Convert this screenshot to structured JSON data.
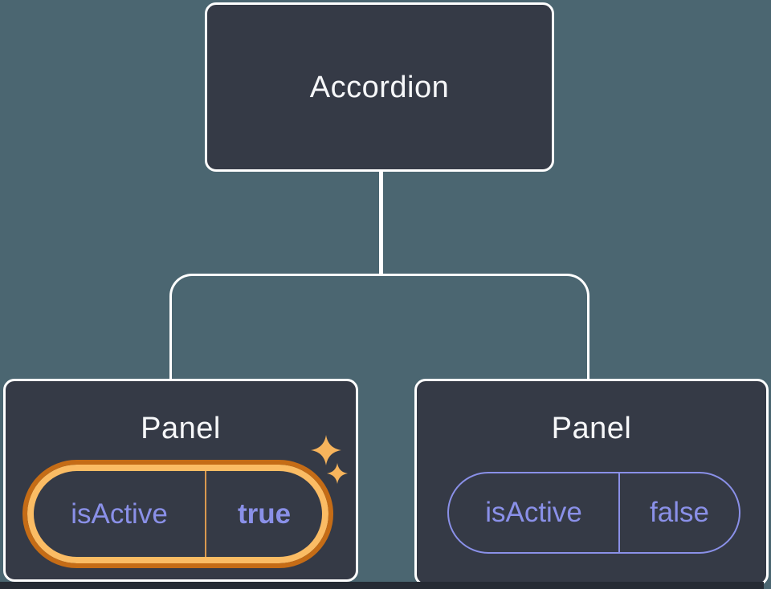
{
  "tree": {
    "root": {
      "label": "Accordion"
    },
    "children": [
      {
        "label": "Panel",
        "prop": {
          "name": "isActive",
          "value": "true"
        },
        "highlighted": true
      },
      {
        "label": "Panel",
        "prop": {
          "name": "isActive",
          "value": "false"
        },
        "highlighted": false
      }
    ]
  },
  "icons": {
    "highlight_large": "sparkle-icon",
    "highlight_small": "sparkle-icon"
  },
  "colors": {
    "background": "#4B6671",
    "node_fill": "#353A46",
    "node_border": "#FFFFFF",
    "connector": "#FFFFFF",
    "title_text": "#F6F7F9",
    "prop_purple": "#8A90E8",
    "highlight_orange_dark": "#C56C16",
    "highlight_orange_light": "#FBBC64",
    "highlight_divider": "#D9994F",
    "sparkle_orange": "#F7B45C",
    "footer_strip": "#262B34"
  }
}
